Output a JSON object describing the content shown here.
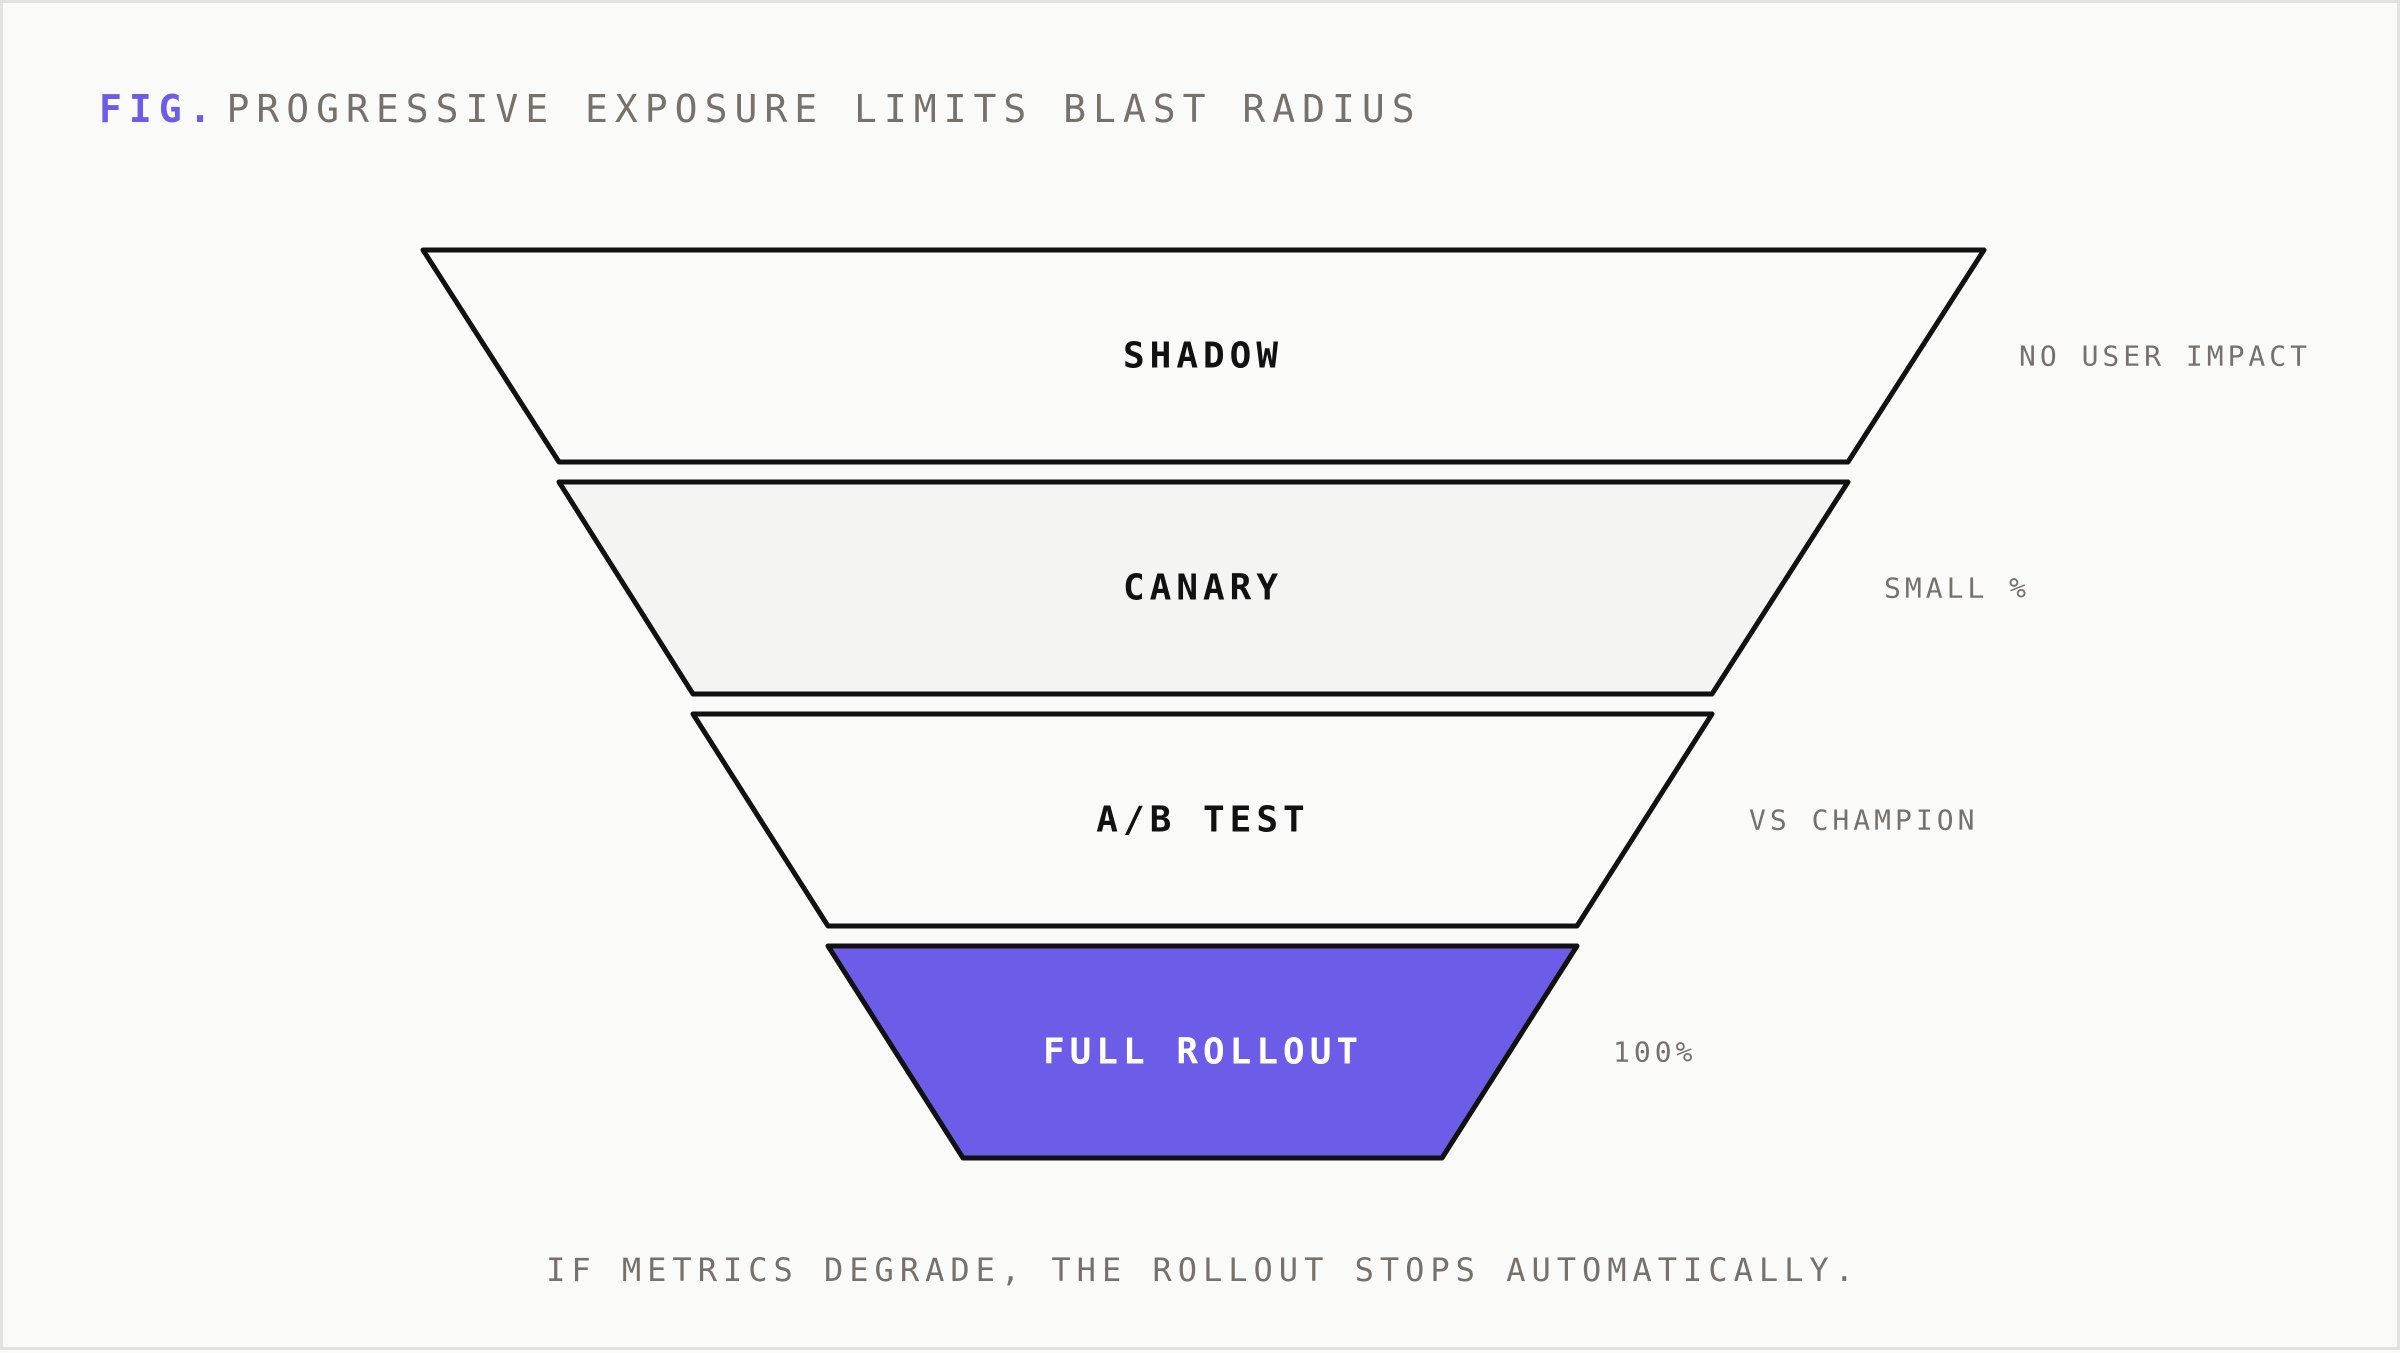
{
  "figure": {
    "prefix": "FIG.",
    "title": "PROGRESSIVE EXPOSURE LIMITS BLAST RADIUS"
  },
  "tiers": [
    {
      "label": "SHADOW",
      "note": "NO USER IMPACT",
      "fill": "#fafaf8",
      "text_color": "#111111"
    },
    {
      "label": "CANARY",
      "note": "SMALL %",
      "fill": "#f4f4f3",
      "text_color": "#111111"
    },
    {
      "label": "A/B TEST",
      "note": "VS CHAMPION",
      "fill": "#fafaf8",
      "text_color": "#111111"
    },
    {
      "label": "FULL ROLLOUT",
      "note": "100%",
      "fill": "#6c5ce7",
      "text_color": "#ffffff"
    }
  ],
  "caption": "IF METRICS DEGRADE, THE ROLLOUT STOPS AUTOMATICALLY.",
  "colors": {
    "accent": "#6c5ce7",
    "stroke": "#111111",
    "muted_text": "#77716c"
  }
}
